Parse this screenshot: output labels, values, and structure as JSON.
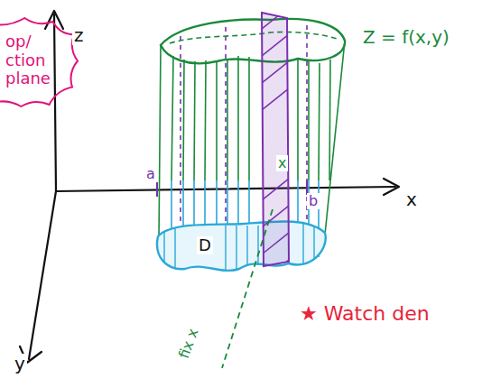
{
  "diagram": {
    "nodes": [
      {
        "text": [
          "op/ ction plane"
        ]
      }
    ],
    "labels": [
      "z",
      "x",
      "y",
      "a",
      "b",
      "D",
      "Z = f(x,y)",
      "x",
      "fix x",
      "★ Watch den"
    ]
  }
}
